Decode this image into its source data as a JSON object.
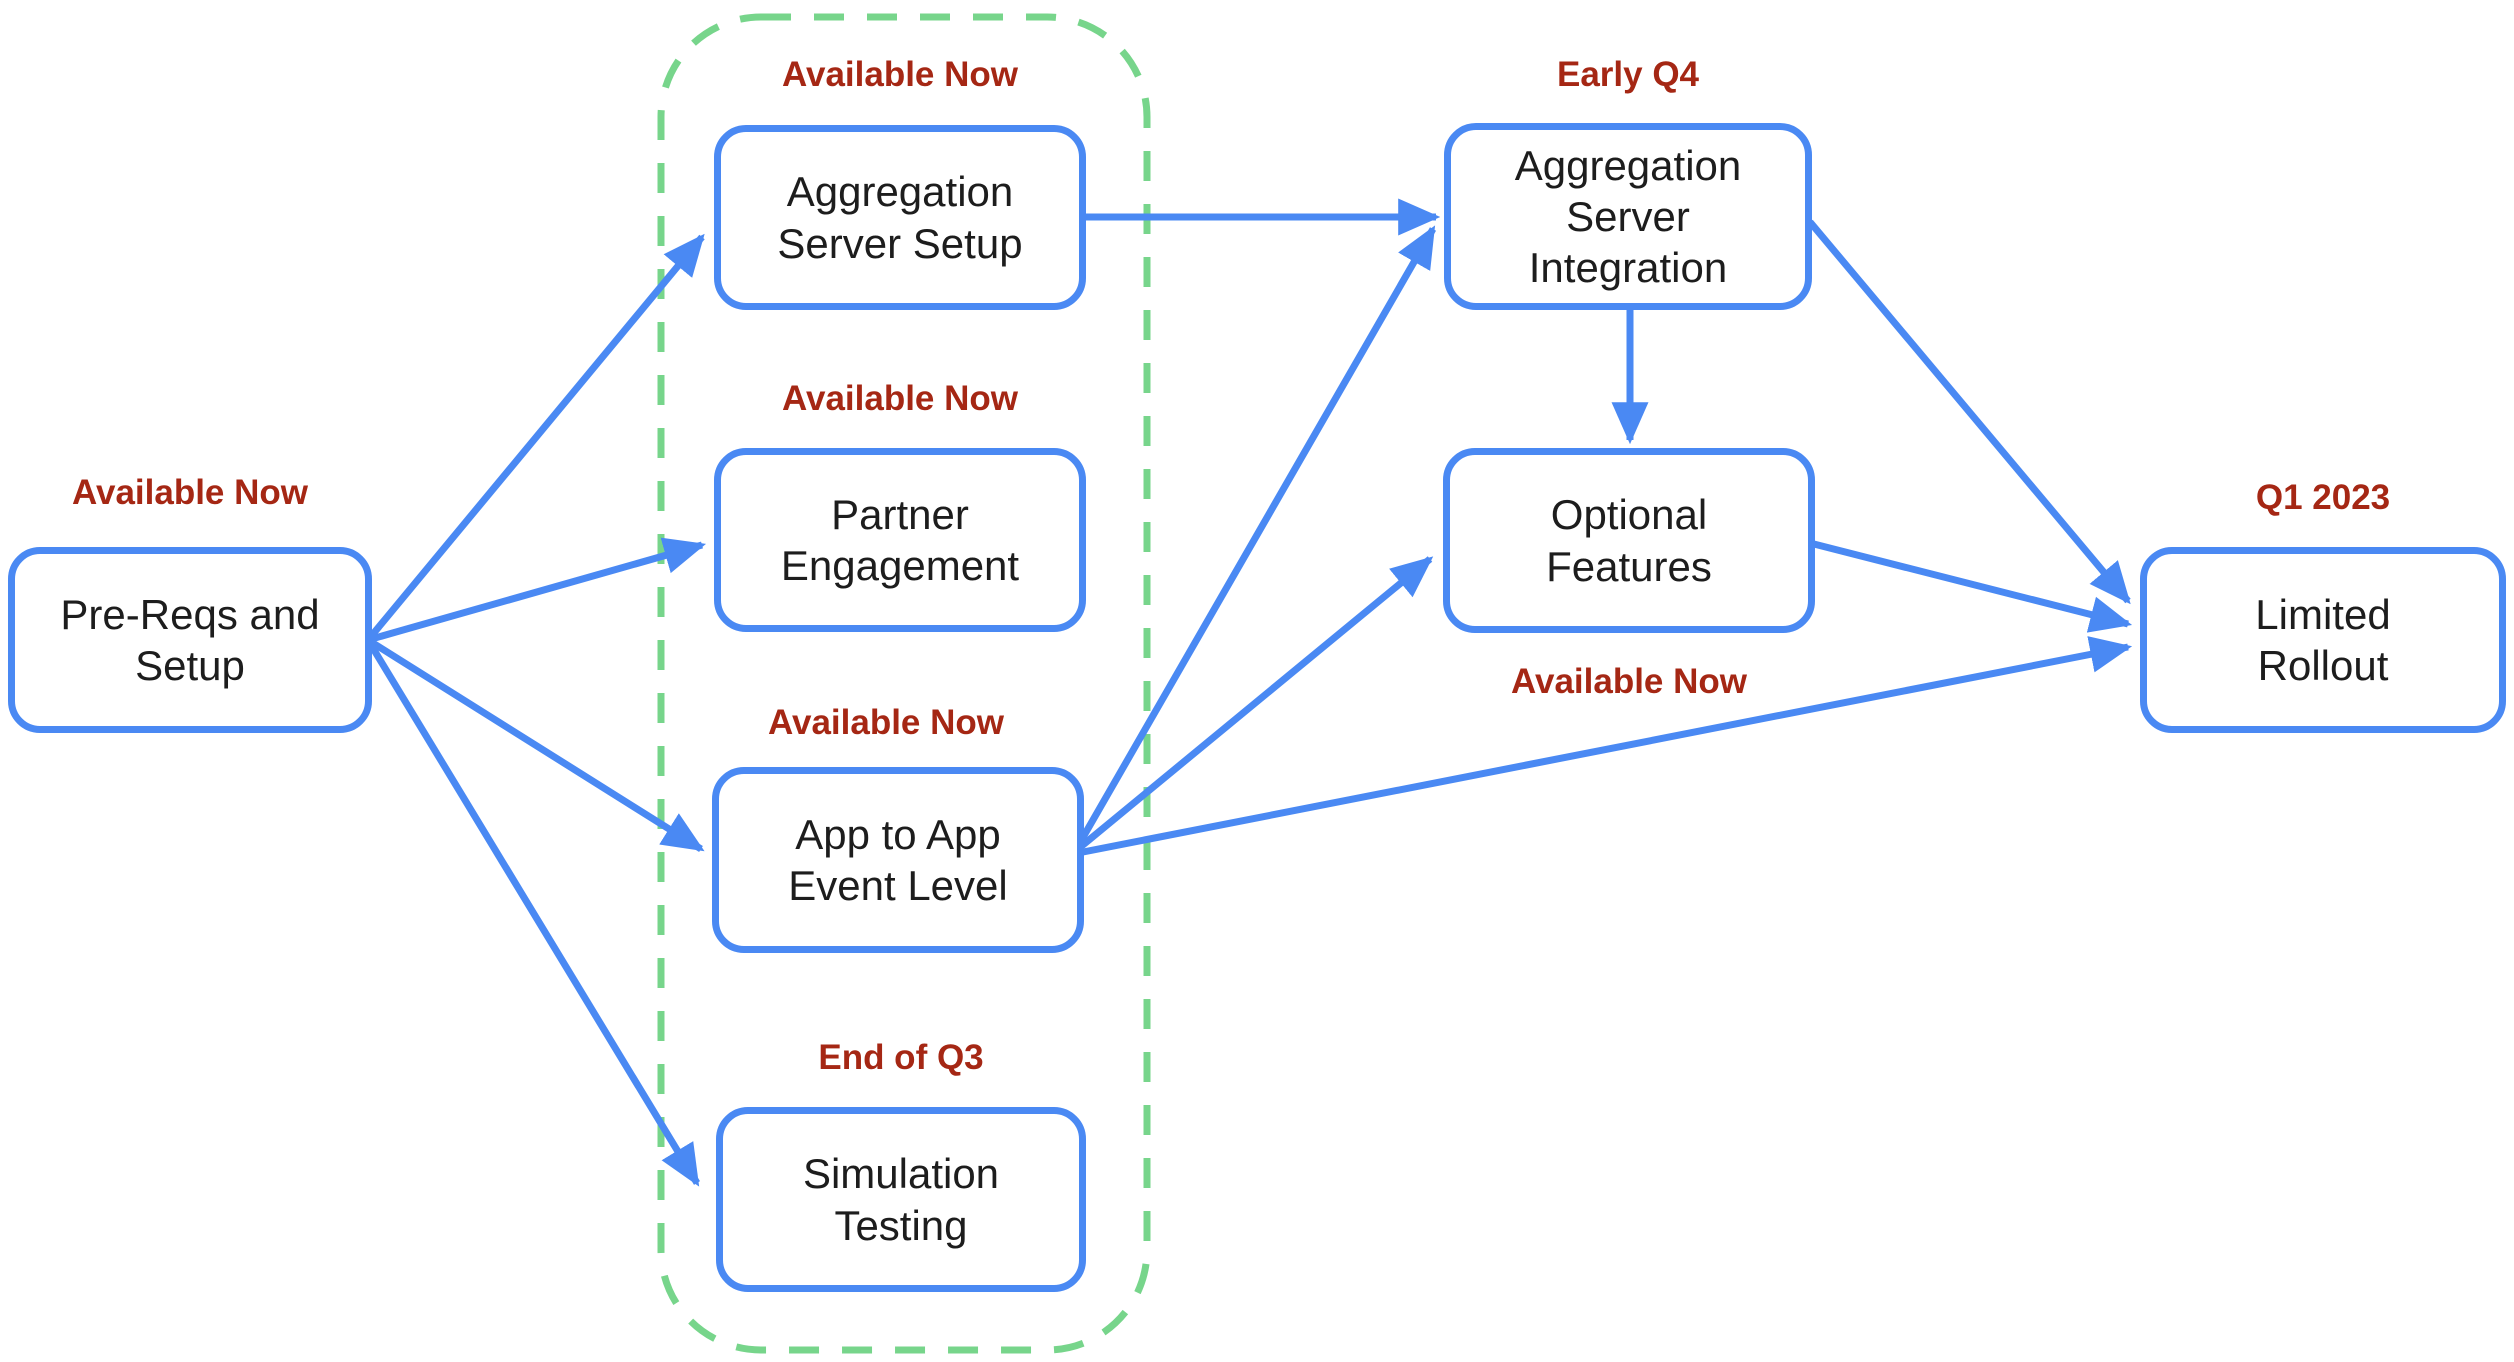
{
  "diagram": {
    "type": "flowchart-roadmap",
    "colors": {
      "node_border": "#4A89F3",
      "arrow": "#4A89F3",
      "node_text": "#1d1d1d",
      "milestone_text": "#A52714",
      "group_border": "#77D58B",
      "background": "#ffffff"
    },
    "nodes": [
      {
        "id": "pre-reqs-and-setup",
        "label": "Pre-Reqs and\nSetup",
        "milestone": "Available Now",
        "milestone_position": "above"
      },
      {
        "id": "aggregation-server-setup",
        "label": "Aggregation\nServer Setup",
        "milestone": "Available Now",
        "milestone_position": "above",
        "group": "phase-1"
      },
      {
        "id": "partner-engagement",
        "label": "Partner\nEngagement",
        "milestone": "Available Now",
        "milestone_position": "above",
        "group": "phase-1"
      },
      {
        "id": "app-to-app-event-level",
        "label": "App to App\nEvent Level",
        "milestone": "Available Now",
        "milestone_position": "above",
        "group": "phase-1"
      },
      {
        "id": "simulation-testing",
        "label": "Simulation\nTesting",
        "milestone": "End of Q3",
        "milestone_position": "above",
        "group": "phase-1"
      },
      {
        "id": "aggregation-server-integration",
        "label": "Aggregation\nServer\nIntegration",
        "milestone": "Early Q4",
        "milestone_position": "above"
      },
      {
        "id": "optional-features",
        "label": "Optional\nFeatures",
        "milestone": "Available Now",
        "milestone_position": "below"
      },
      {
        "id": "limited-rollout",
        "label": "Limited\nRollout",
        "milestone": "Q1 2023",
        "milestone_position": "above"
      }
    ],
    "edges": [
      {
        "from": "pre-reqs-and-setup",
        "to": "aggregation-server-setup"
      },
      {
        "from": "pre-reqs-and-setup",
        "to": "partner-engagement"
      },
      {
        "from": "pre-reqs-and-setup",
        "to": "app-to-app-event-level"
      },
      {
        "from": "pre-reqs-and-setup",
        "to": "simulation-testing"
      },
      {
        "from": "aggregation-server-setup",
        "to": "aggregation-server-integration"
      },
      {
        "from": "app-to-app-event-level",
        "to": "aggregation-server-integration"
      },
      {
        "from": "app-to-app-event-level",
        "to": "optional-features"
      },
      {
        "from": "app-to-app-event-level",
        "to": "limited-rollout"
      },
      {
        "from": "aggregation-server-integration",
        "to": "optional-features"
      },
      {
        "from": "aggregation-server-integration",
        "to": "limited-rollout"
      },
      {
        "from": "optional-features",
        "to": "limited-rollout"
      }
    ],
    "groups": [
      {
        "id": "phase-1",
        "style": "dashed-rounded",
        "label": ""
      }
    ]
  }
}
